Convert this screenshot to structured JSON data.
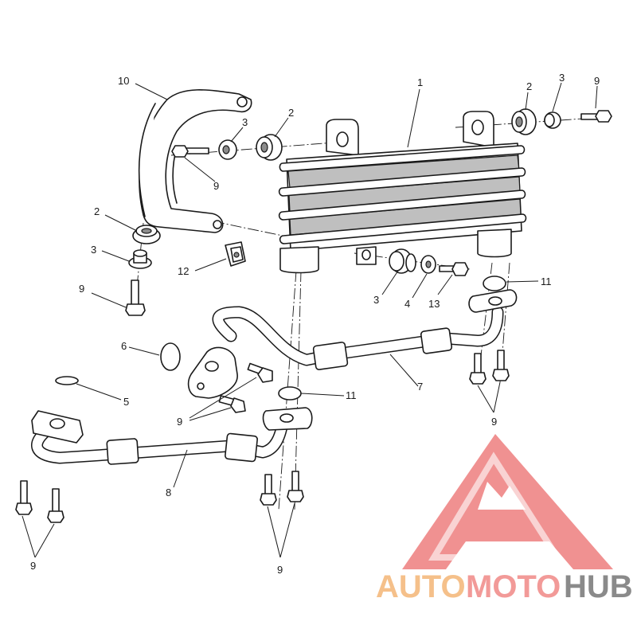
{
  "callouts": [
    {
      "id": "c1",
      "text": "1"
    },
    {
      "id": "c2a",
      "text": "2"
    },
    {
      "id": "c2b",
      "text": "2"
    },
    {
      "id": "c2c",
      "text": "2"
    },
    {
      "id": "c3a",
      "text": "3"
    },
    {
      "id": "c3b",
      "text": "3"
    },
    {
      "id": "c3c",
      "text": "3"
    },
    {
      "id": "c3d",
      "text": "3"
    },
    {
      "id": "c4",
      "text": "4"
    },
    {
      "id": "c5",
      "text": "5"
    },
    {
      "id": "c6",
      "text": "6"
    },
    {
      "id": "c7",
      "text": "7"
    },
    {
      "id": "c8",
      "text": "8"
    },
    {
      "id": "c9a",
      "text": "9"
    },
    {
      "id": "c9b",
      "text": "9"
    },
    {
      "id": "c9c",
      "text": "9"
    },
    {
      "id": "c9d",
      "text": "9"
    },
    {
      "id": "c9e",
      "text": "9"
    },
    {
      "id": "c9f",
      "text": "9"
    },
    {
      "id": "c9g",
      "text": "9"
    },
    {
      "id": "c10",
      "text": "10"
    },
    {
      "id": "c11a",
      "text": "11"
    },
    {
      "id": "c11b",
      "text": "11"
    },
    {
      "id": "c12",
      "text": "12"
    },
    {
      "id": "c13",
      "text": "13"
    }
  ],
  "watermark": {
    "part1": "AUTO",
    "part2": "MOTO",
    "part3": "HUB",
    "color1": "#f5c08a",
    "color2": "#f29a98",
    "color3": "#8a8a8a",
    "logo_color": "#f08c8c"
  }
}
